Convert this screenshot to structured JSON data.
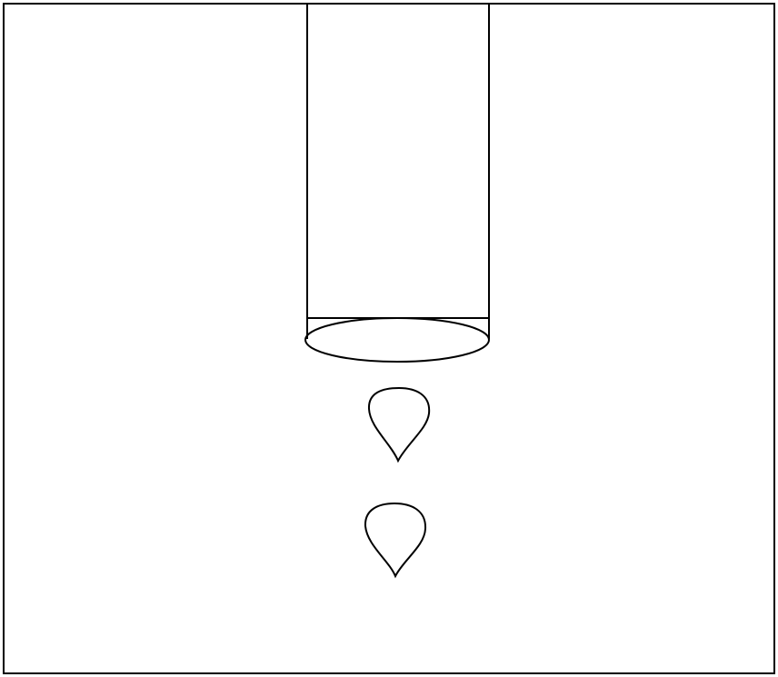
{
  "diagram": {
    "description": "",
    "colors": {
      "background": "#ffffff",
      "stroke": "#000000"
    },
    "elements": {
      "frame": "border",
      "tube": "cylinder",
      "drops": [
        "drop",
        "drop"
      ]
    }
  }
}
